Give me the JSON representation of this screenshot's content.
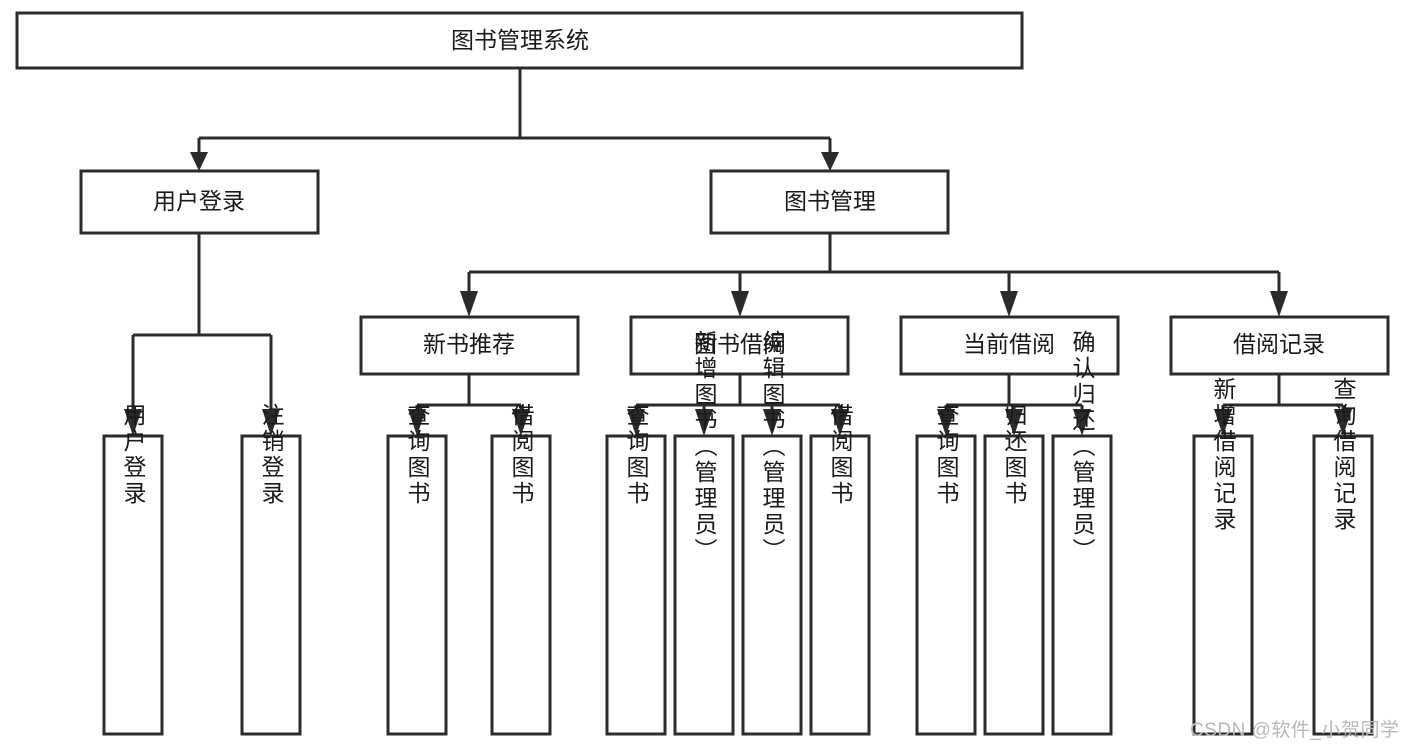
{
  "diagram": {
    "type": "tree-hierarchy",
    "title": "图书管理系统",
    "watermark": "CSDN @软件_小贺同学",
    "colors": {
      "background": "#ffffff",
      "box_fill": "#ffffff",
      "box_stroke": "#2b2b2b",
      "text": "#1a1a1a",
      "watermark": "#b9b9b9"
    },
    "root": {
      "label": "图书管理系统"
    },
    "level1": [
      {
        "label": "用户登录"
      },
      {
        "label": "图书管理"
      }
    ],
    "level2": [
      {
        "label": "新书推荐"
      },
      {
        "label": "图书借阅"
      },
      {
        "label": "当前借阅"
      },
      {
        "label": "借阅记录"
      }
    ],
    "leaves": {
      "user_login": [
        {
          "label": "用户登录"
        },
        {
          "label": "注销登录"
        }
      ],
      "new_book_recommend": [
        {
          "label": "查询图书"
        },
        {
          "label": "借阅图书"
        }
      ],
      "book_borrow": [
        {
          "label": "查询图书"
        },
        {
          "label": "新增图书（管理员）"
        },
        {
          "label": "编辑图书（管理员）"
        },
        {
          "label": "借阅图书"
        }
      ],
      "current_borrow": [
        {
          "label": "查询图书"
        },
        {
          "label": "归还图书"
        },
        {
          "label": "确认归还（管理员）"
        }
      ],
      "borrow_record": [
        {
          "label": "新增借阅记录"
        },
        {
          "label": "查询借阅记录"
        }
      ]
    }
  }
}
